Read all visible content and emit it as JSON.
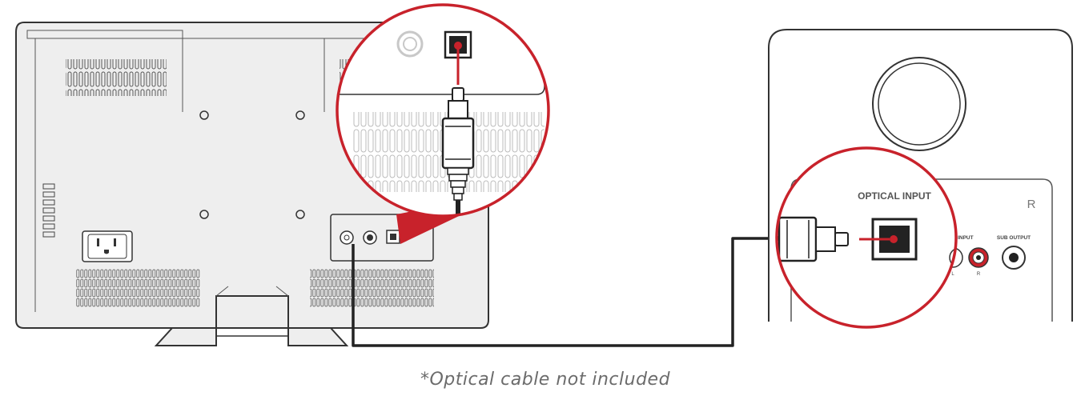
{
  "colors": {
    "accent_red": "#c8222b",
    "line_dark": "#222222",
    "tv_fill": "#eeeeee",
    "panel_fill": "#ffffff"
  },
  "icons": {
    "tv": "tv-back-panel-icon",
    "speaker": "speaker-icon",
    "optical_plug": "optical-plug-icon",
    "power_outlet": "power-outlet-icon"
  },
  "speaker_panel": {
    "optical_input_label": "OPTICAL INPUT",
    "channel_label": "R",
    "rca_input_label": "RCA INPUT",
    "sub_output_label": "SUB OUTPUT",
    "rca_left_label": "L",
    "rca_right_label": "R"
  },
  "caption": "*Optical cable not included"
}
